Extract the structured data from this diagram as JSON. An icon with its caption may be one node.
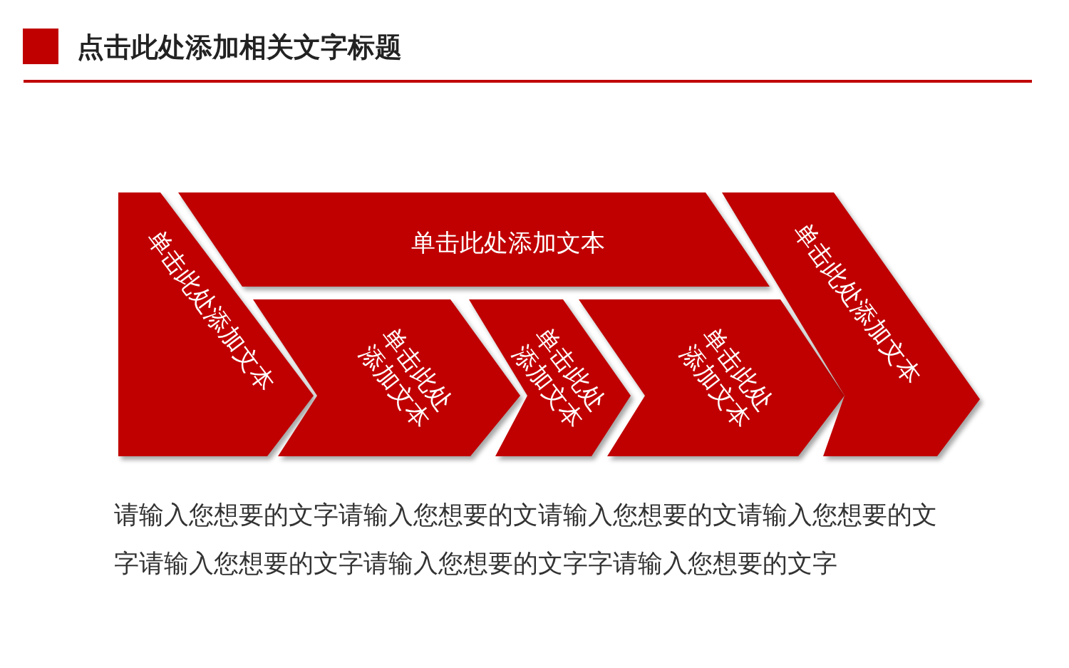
{
  "diagram": {
    "title": "点击此处添加相关文字标题",
    "nodes": [
      {
        "text": [
          "单击此处添加文本"
        ]
      },
      {
        "text": [
          "单击此处添加文本"
        ]
      },
      {
        "text": [
          "单击此处添加文本"
        ]
      },
      {
        "text": [
          "单击此处添加文本"
        ]
      },
      {
        "text": [
          "单击此处添加文本"
        ]
      },
      {
        "text": [
          "单击此处添加文本"
        ]
      }
    ],
    "labels": [
      "请输入您想要的文字请输入您想要的文请输入您想要的文请输入您想要的文字请输入您想要的文字请输入您想要的文字字请输入您想要的文字"
    ]
  }
}
